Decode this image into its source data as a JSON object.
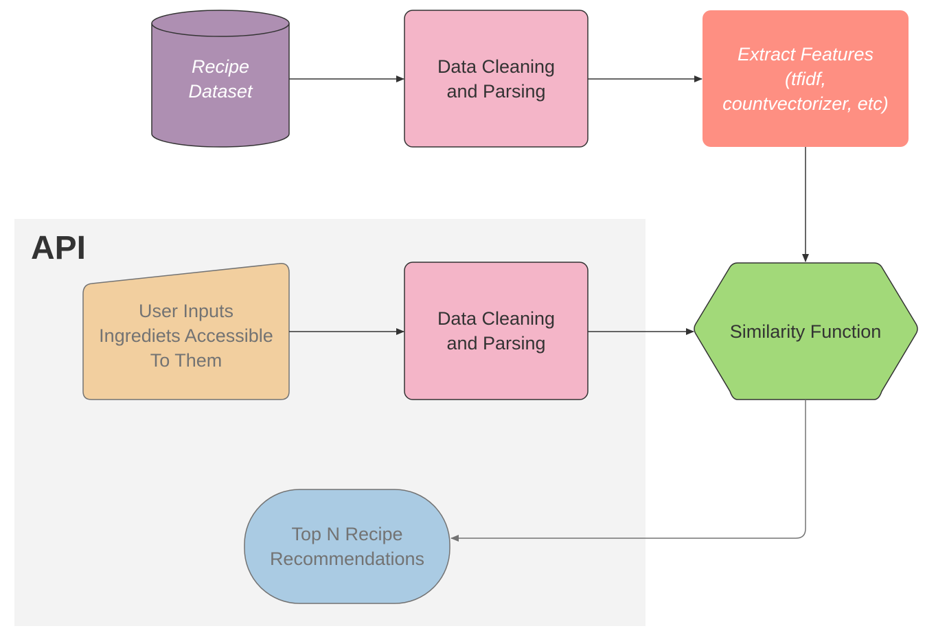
{
  "group": {
    "title": "API"
  },
  "nodes": {
    "recipe_dataset": {
      "label": "Recipe\nDataset"
    },
    "data_cleaning_top": {
      "label": "Data Cleaning\nand Parsing"
    },
    "extract_features": {
      "label": "Extract Features\n(tfidf,\ncountvectorizer, etc)"
    },
    "user_inputs": {
      "label": "User Inputs\nIngrediets Accessible\nTo Them"
    },
    "data_cleaning_api": {
      "label": "Data Cleaning\nand Parsing"
    },
    "similarity_function": {
      "label": "Similarity Function"
    },
    "top_n": {
      "label": "Top N Recipe\nRecommendations"
    }
  },
  "colors": {
    "recipe_dataset": "#ae8fb2",
    "data_cleaning": "#f4b5c8",
    "extract_features": "#fe8f82",
    "user_inputs": "#f2cf9f",
    "similarity_function": "#a2d979",
    "top_n": "#aacbe3",
    "api_group": "#f3f3f3"
  }
}
